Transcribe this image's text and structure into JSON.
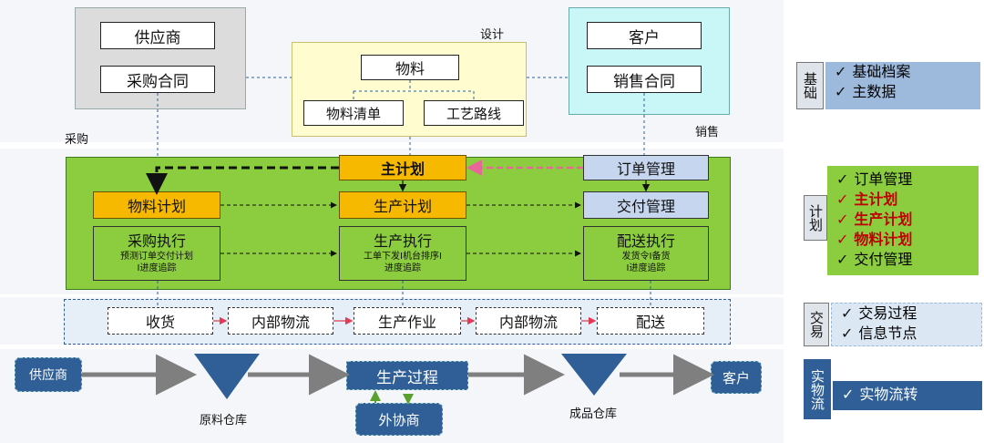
{
  "top": {
    "supplier_group": {
      "supplier": "供应商",
      "purchase_contract": "采购合同"
    },
    "design_group": {
      "caption": "设计",
      "material": "物料",
      "bom": "物料清单",
      "routing": "工艺路线"
    },
    "customer_group": {
      "customer": "客户",
      "sales_contract": "销售合同"
    },
    "purchase_caption": "采购",
    "sales_caption": "销售"
  },
  "plan": {
    "master_plan": "主计划",
    "order_mgmt": "订单管理",
    "material_plan": "物料计划",
    "production_plan": "生产计划",
    "delivery_mgmt": "交付管理",
    "purchase_exec": {
      "title": "采购执行",
      "line1": "预测订单交付计划",
      "line2": "I进度追踪"
    },
    "production_exec": {
      "title": "生产执行",
      "line1": "工单下发I机台排序I",
      "line2": "进度追踪"
    },
    "shipping_exec": {
      "title": "配送执行",
      "line1": "发货令I备货",
      "line2": "I进度追踪"
    }
  },
  "transaction": {
    "receiving": "收货",
    "internal_logistics_1": "内部物流",
    "production_work": "生产作业",
    "internal_logistics_2": "内部物流",
    "delivery": "配送"
  },
  "physical": {
    "supplier": "供应商",
    "raw_warehouse": "原料仓库",
    "production_process": "生产过程",
    "subcontractor": "外协商",
    "finished_warehouse": "成品仓库",
    "customer": "客户"
  },
  "legend": {
    "basic": {
      "label": "基础",
      "items": [
        "基础档案",
        "主数据"
      ]
    },
    "plan": {
      "label": "计划",
      "items": [
        "订单管理",
        "主计划",
        "生产计划",
        "物料计划",
        "交付管理"
      ]
    },
    "trade": {
      "label": "交易",
      "items": [
        "交易过程",
        "信息节点"
      ]
    },
    "physical": {
      "label": "实物流",
      "items": [
        "实物流转"
      ]
    }
  },
  "icons": {
    "check": "check-icon"
  },
  "colors": {
    "green_area": "#8ccc3f",
    "orange": "#f7b800",
    "light_blue": "#c5d6ee",
    "dark_blue": "#2f5f96",
    "pink_arrow": "#e8669a",
    "red_text": "#c00000"
  }
}
